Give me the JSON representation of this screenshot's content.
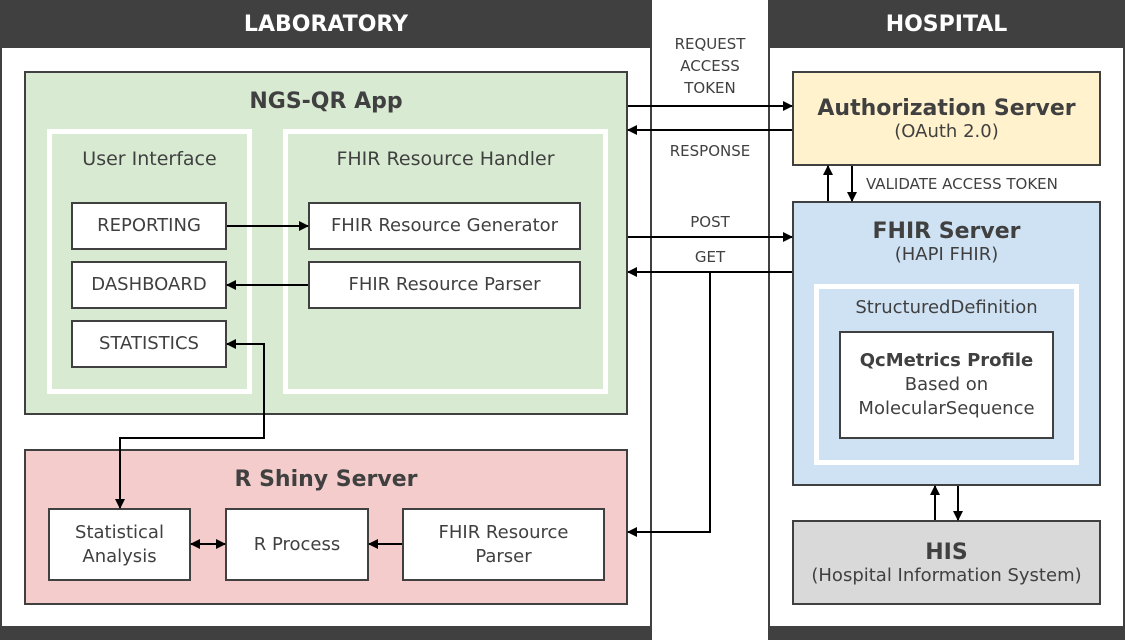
{
  "laboratory": {
    "header": "LABORATORY",
    "ngs_app": {
      "title": "NGS-QR App",
      "user_interface": {
        "title": "User Interface",
        "items": [
          "REPORTING",
          "DASHBOARD",
          "STATISTICS"
        ]
      },
      "fhir_handler": {
        "title": "FHIR Resource Handler",
        "items": [
          "FHIR Resource Generator",
          "FHIR Resource Parser"
        ]
      }
    },
    "shiny": {
      "title": "R Shiny Server",
      "statistical_analysis": "Statistical Analysis",
      "r_process": "R Process",
      "fhir_parser": "FHIR Resource Parser"
    }
  },
  "hospital": {
    "header": "HOSPITAL",
    "auth_server": {
      "title": "Authorization Server",
      "subtitle": "(OAuth 2.0)"
    },
    "fhir_server": {
      "title": "FHIR Server",
      "subtitle": "(HAPI FHIR)",
      "structured_definition": "StructuredDefinition",
      "profile": {
        "title": "QcMetrics Profile",
        "line1": "Based on",
        "line2": "MolecularSequence"
      }
    },
    "his": {
      "title": "HIS",
      "subtitle": "(Hospital Information System)"
    }
  },
  "connectors": {
    "request_token": [
      "REQUEST",
      "ACCESS",
      "TOKEN"
    ],
    "response": "RESPONSE",
    "validate": "VALIDATE ACCESS TOKEN",
    "post": "POST",
    "get": "GET"
  },
  "colors": {
    "header": "#404040",
    "ngs_app": "#d9ead3",
    "shiny": "#f4cccc",
    "auth": "#fff2cc",
    "fhir_server": "#cfe2f3",
    "his": "#d9d9d9"
  }
}
